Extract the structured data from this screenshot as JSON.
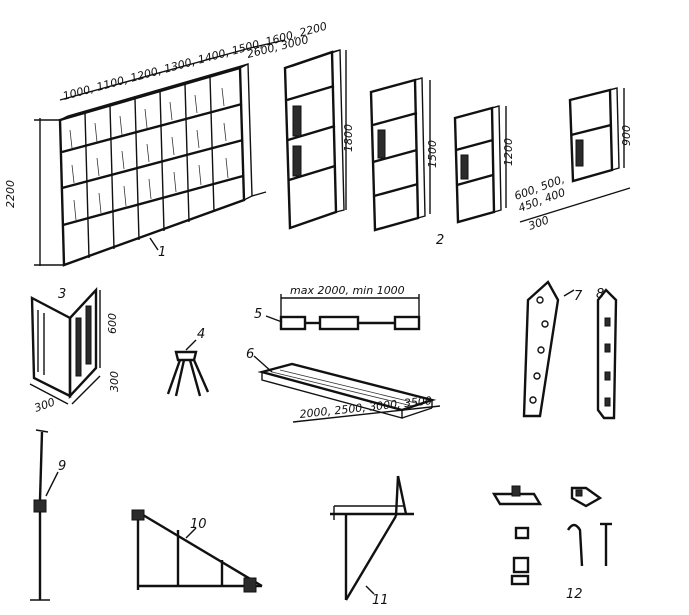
{
  "items": {
    "i1": {
      "number": "1",
      "width_dims": "1000, 1100, 1200, 1300, 1400, 1500, 1600, 2200",
      "length_dims": "2600, 3000",
      "height_dim": "2200"
    },
    "i2": {
      "number": "2",
      "h1800": "1800",
      "h1500": "1500",
      "h1200": "1200",
      "h900": "900",
      "widths_line1": "600, 500,",
      "widths_line2": "450, 400",
      "widths_line3": "300"
    },
    "i3": {
      "number": "3",
      "height_dim": "600",
      "w1": "300",
      "w2": "300"
    },
    "i4": {
      "number": "4"
    },
    "i5": {
      "number": "5",
      "range": "max 2000, min 1000"
    },
    "i6": {
      "number": "6",
      "lengths": "2000, 2500, 3000, 3500"
    },
    "i7": {
      "number": "7"
    },
    "i8": {
      "number": "8"
    },
    "i9": {
      "number": "9"
    },
    "i10": {
      "number": "10"
    },
    "i11": {
      "number": "11"
    },
    "i12": {
      "number": "12"
    }
  }
}
